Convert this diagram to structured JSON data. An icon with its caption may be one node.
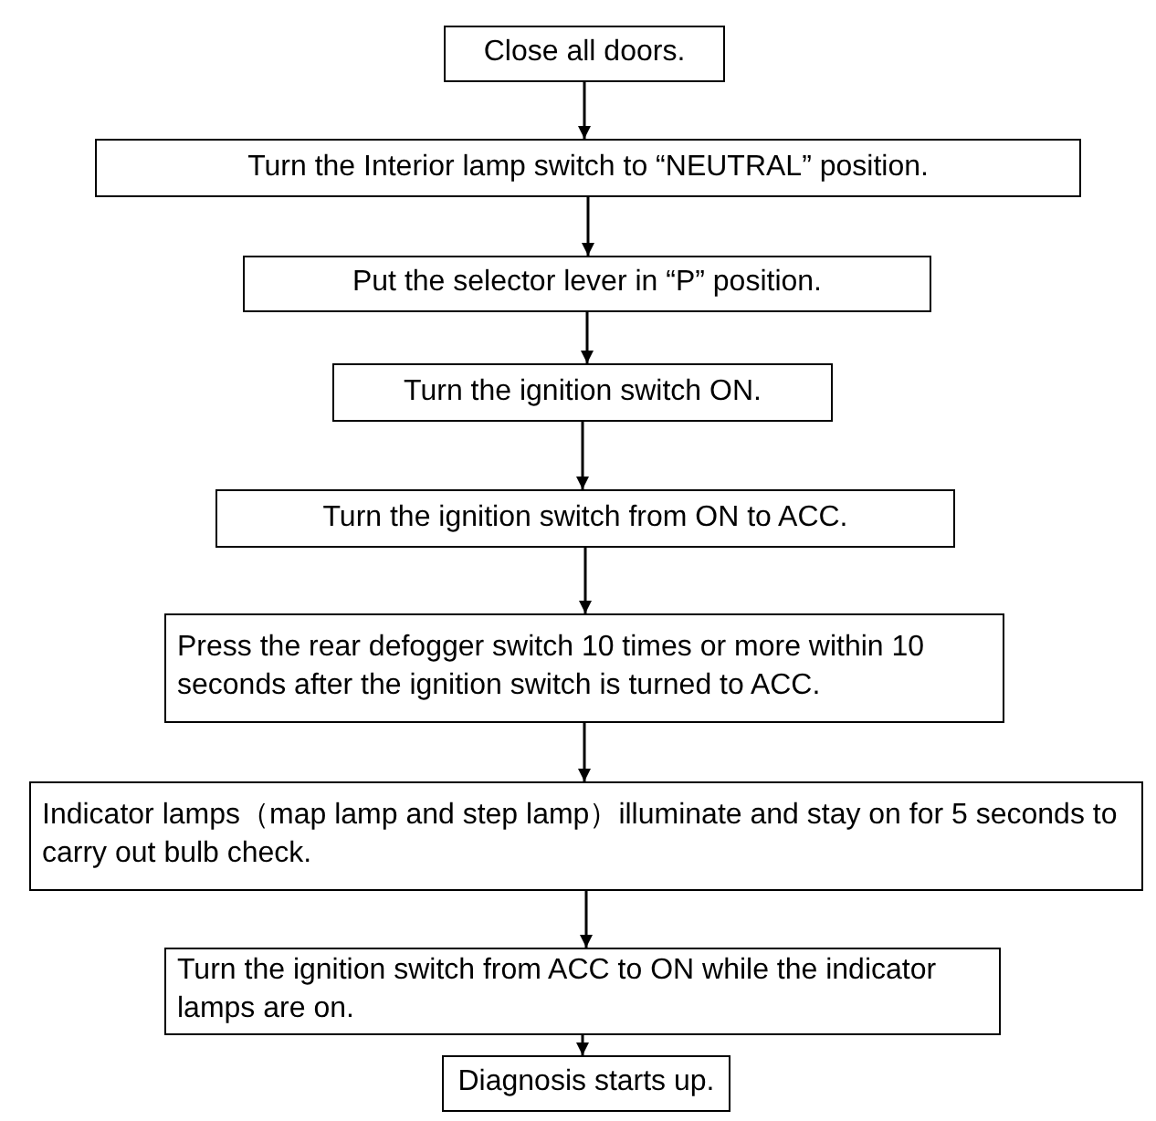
{
  "diagram": {
    "nodes": [
      {
        "text": [
          "Close all doors."
        ]
      },
      {
        "text": [
          "Turn the Interior lamp switch to “NEUTRAL” position."
        ]
      },
      {
        "text": [
          "Put the selector lever in “P” position."
        ]
      },
      {
        "text": [
          "Turn the ignition switch ON."
        ]
      },
      {
        "text": [
          "Turn the ignition switch from ON to ACC."
        ]
      },
      {
        "text": [
          "Press the rear defogger switch 10 times or more within 10 seconds after the ignition switch is turned to ACC."
        ]
      },
      {
        "text": [
          "Indicator lamps（map lamp and step lamp）illuminate and stay on for 5 seconds to carry out bulb check."
        ]
      },
      {
        "text": [
          "Turn the ignition switch from ACC to ON while the indicator lamps are on."
        ]
      },
      {
        "text": [
          "Diagnosis starts up."
        ]
      }
    ],
    "edges": [
      {
        "from": 0,
        "to": 1,
        "arrow": "to"
      },
      {
        "from": 1,
        "to": 2,
        "arrow": "to"
      },
      {
        "from": 2,
        "to": 3,
        "arrow": "to"
      },
      {
        "from": 3,
        "to": 4,
        "arrow": "to"
      },
      {
        "from": 4,
        "to": 5,
        "arrow": "to"
      },
      {
        "from": 5,
        "to": 6,
        "arrow": "to"
      },
      {
        "from": 6,
        "to": 7,
        "arrow": "to"
      },
      {
        "from": 7,
        "to": 8,
        "arrow": "to"
      }
    ]
  }
}
